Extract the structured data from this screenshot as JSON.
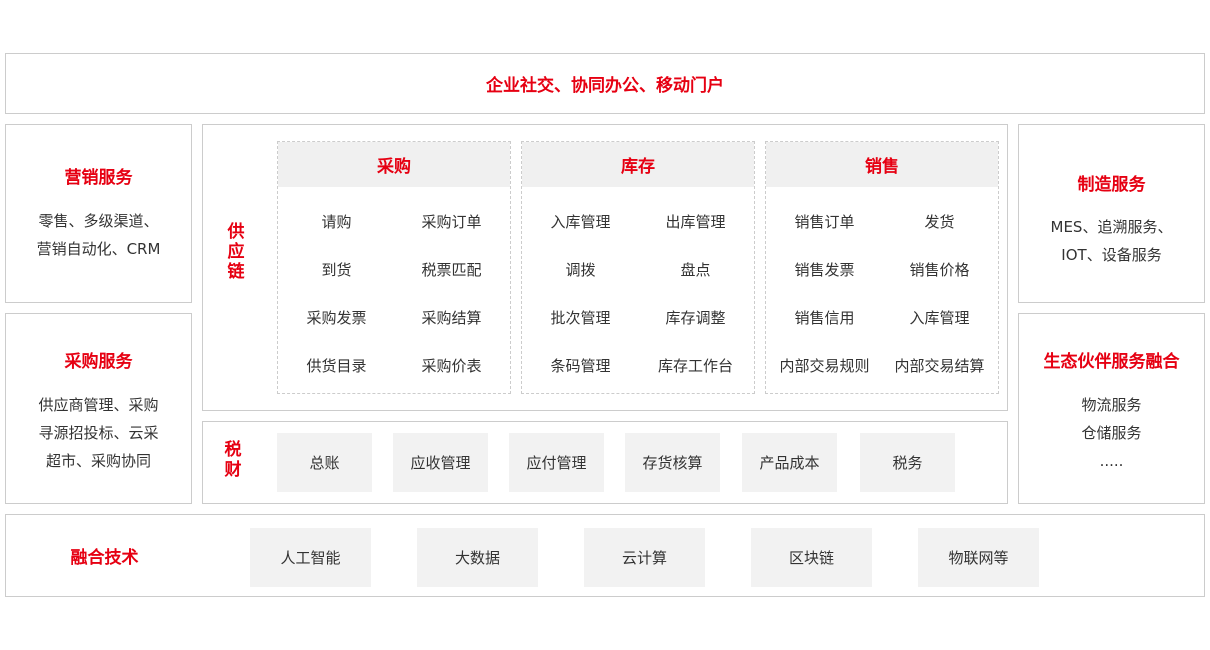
{
  "top_banner": "企业社交、协同办公、移动门户",
  "marketing": {
    "title": "营销服务",
    "desc": [
      "零售、多级渠道、",
      "营销自动化、CRM"
    ]
  },
  "purchase_service": {
    "title": "采购服务",
    "desc": [
      "供应商管理、采购",
      "寻源招投标、云采",
      "超市、采购协同"
    ]
  },
  "manufacturing": {
    "title": "制造服务",
    "desc": [
      "MES、追溯服务、",
      "IOT、设备服务"
    ]
  },
  "partner": {
    "title": "生态伙伴服务融合",
    "desc": [
      "物流服务",
      "仓储服务",
      "....."
    ]
  },
  "supply_chain": {
    "label": [
      "供",
      "应",
      "链"
    ],
    "modules": [
      {
        "title": "采购",
        "items": [
          "请购",
          "采购订单",
          "到货",
          "税票匹配",
          "采购发票",
          "采购结算",
          "供货目录",
          "采购价表"
        ]
      },
      {
        "title": "库存",
        "items": [
          "入库管理",
          "出库管理",
          "调拨",
          "盘点",
          "批次管理",
          "库存调整",
          "条码管理",
          "库存工作台"
        ]
      },
      {
        "title": "销售",
        "items": [
          "销售订单",
          "发货",
          "销售发票",
          "销售价格",
          "销售信用",
          "入库管理",
          "内部交易规则",
          "内部交易结算"
        ]
      }
    ]
  },
  "finance": {
    "label": [
      "税",
      "财"
    ],
    "items": [
      "总账",
      "应收管理",
      "应付管理",
      "存货核算",
      "产品成本",
      "税务"
    ]
  },
  "tech": {
    "title": "融合技术",
    "items": [
      "人工智能",
      "大数据",
      "云计算",
      "区块链",
      "物联网等"
    ]
  },
  "colors": {
    "accent": "#e60012",
    "border": "#cccccc",
    "tile": "#f2f2f2"
  }
}
